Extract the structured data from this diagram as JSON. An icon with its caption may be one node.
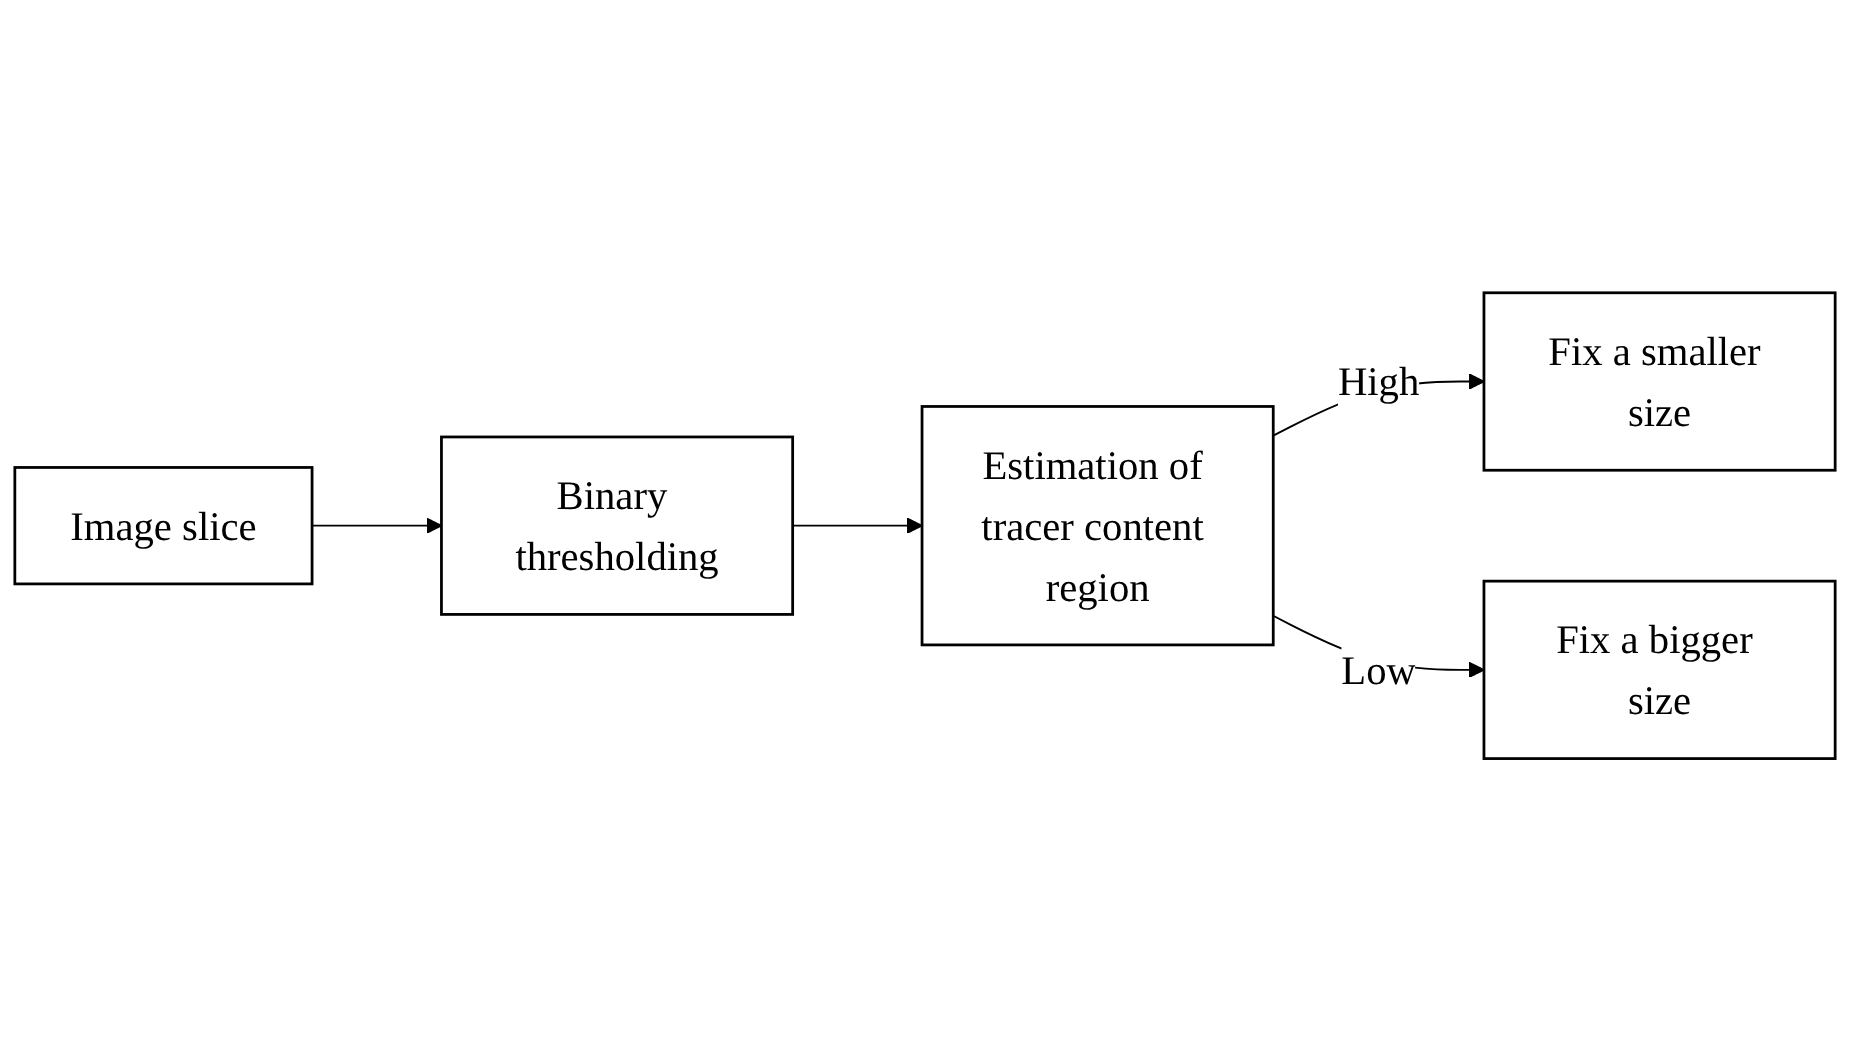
{
  "diagram": {
    "nodes": [
      {
        "text": [
          "Image slice"
        ]
      },
      {
        "text": [
          "Binary thresholding"
        ]
      },
      {
        "text": [
          "Estimation of tracer content region"
        ]
      },
      {
        "text": [
          "Fix a smaller size"
        ]
      },
      {
        "text": [
          "Fix a bigger size"
        ]
      }
    ],
    "edges": [
      {
        "from": 0,
        "to": 1,
        "arrow": "to"
      },
      {
        "from": 1,
        "to": 2,
        "arrow": "to"
      },
      {
        "from": 2,
        "to": 3,
        "arrow": "to",
        "label": "High"
      },
      {
        "from": 2,
        "to": 4,
        "arrow": "to",
        "label": "Low"
      }
    ]
  }
}
